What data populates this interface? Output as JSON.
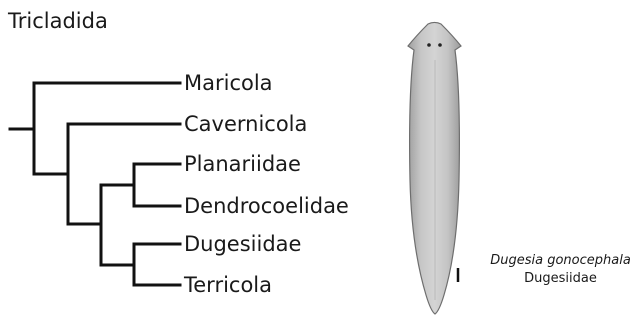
{
  "diagram": {
    "title": "Tricladida",
    "taxa": [
      "Maricola",
      "Cavernicola",
      "Planariidae",
      "Dendrocoelidae",
      "Dugesiidae",
      "Terricola"
    ],
    "line_color": "#111111"
  },
  "illustration": {
    "subject": "planarian-flatworm",
    "species": "Dugesia gonocephala",
    "family": "Dugesiidae"
  }
}
